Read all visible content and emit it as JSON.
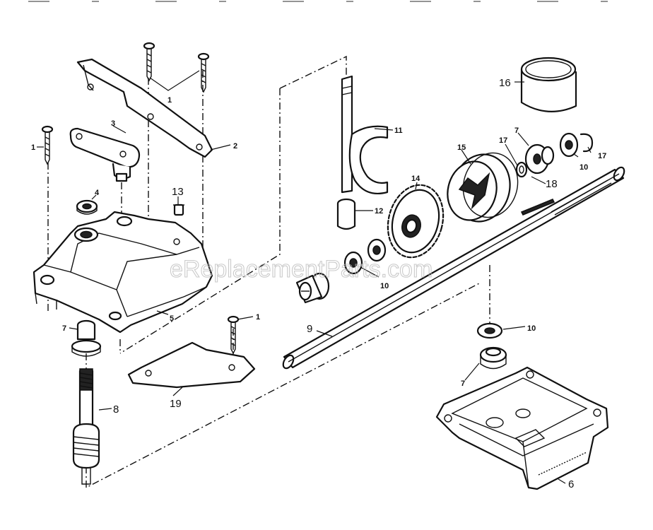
{
  "diagram": {
    "watermark": "eReplacementParts.com",
    "callouts": {
      "c1_top": "1",
      "c2": "2",
      "c3": "3",
      "c1_left": "1",
      "c4": "4",
      "c13": "13",
      "c5": "5",
      "c7_left": "7",
      "c8": "8",
      "c1_mid": "1",
      "c19": "19",
      "c11": "11",
      "c12": "12",
      "c14": "14",
      "c15": "15",
      "c16": "16",
      "c17_a": "17",
      "c7_right": "7",
      "c17_b": "17",
      "c10_top": "10",
      "c18": "18",
      "c10_mid": "10",
      "c9": "9",
      "c10_low": "10",
      "c7_low": "7",
      "c6": "6"
    }
  }
}
